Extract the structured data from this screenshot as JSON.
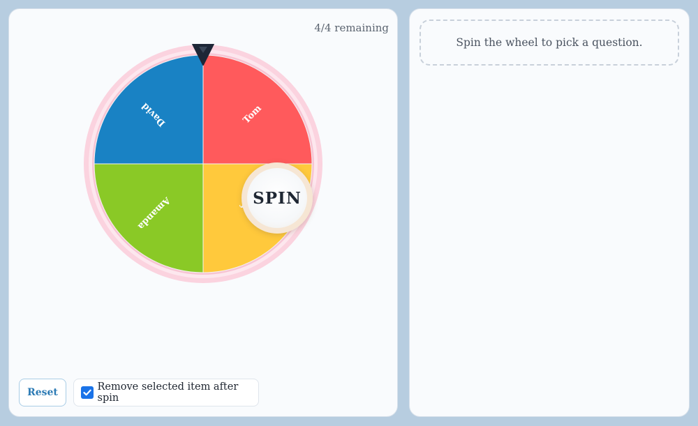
{
  "left_panel": {
    "remaining_text": "4/4 remaining",
    "spin_label": "SPIN",
    "reset_label": "Reset",
    "remove_option_label": "Remove selected item after spin",
    "remove_option_checked": true
  },
  "wheel": {
    "segments": [
      {
        "name": "Tom",
        "color": "#ff5a5c"
      },
      {
        "name": "Jason",
        "color": "#ffc93c"
      },
      {
        "name": "Amanda",
        "color": "#8ac926"
      },
      {
        "name": "David",
        "color": "#1982c4"
      }
    ],
    "rim_color": "#fbd3df",
    "pointer_color": "#1d2636"
  },
  "right_panel": {
    "placeholder_text": "Spin the wheel to pick a question."
  }
}
